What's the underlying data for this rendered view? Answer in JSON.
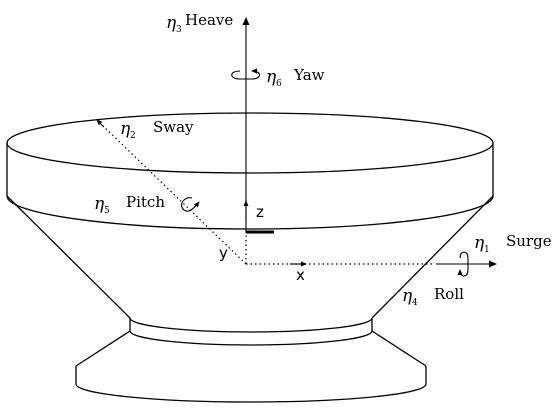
{
  "symbol": "η",
  "motions": {
    "heave": {
      "index": "3",
      "name": "Heave"
    },
    "yaw": {
      "index": "6",
      "name": "Yaw"
    },
    "sway": {
      "index": "2",
      "name": "Sway"
    },
    "pitch": {
      "index": "5",
      "name": "Pitch"
    },
    "surge": {
      "index": "1",
      "name": "Surge"
    },
    "roll": {
      "index": "4",
      "name": "Roll"
    }
  },
  "axes": {
    "x": "x",
    "y": "y",
    "z": "z"
  },
  "colors": {
    "stroke": "#000000",
    "background": "#ffffff"
  }
}
